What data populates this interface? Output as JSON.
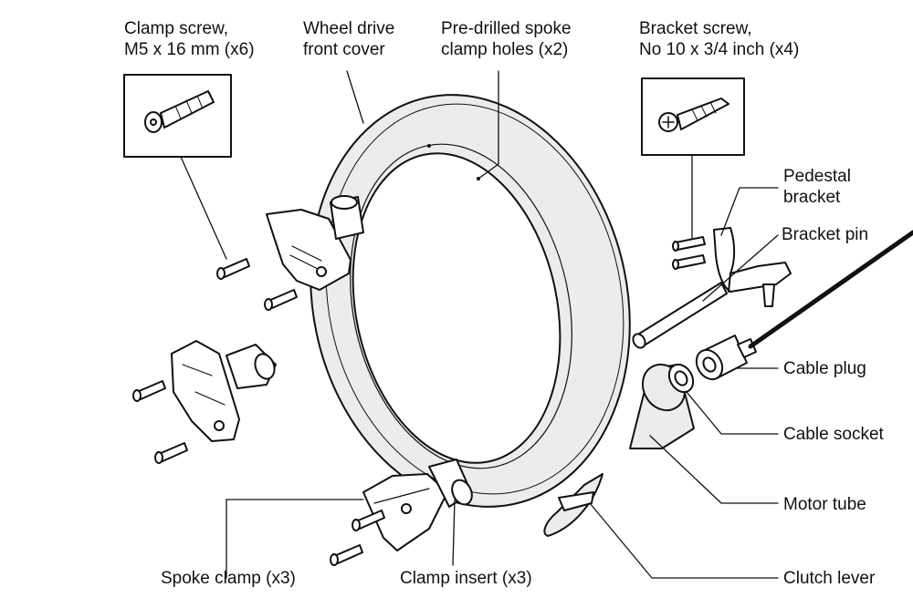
{
  "labels": {
    "clamp_screw": {
      "line1": "Clamp screw,",
      "line2": "M5 x 16 mm (x6)"
    },
    "front_cover": {
      "line1": "Wheel drive",
      "line2": "front cover"
    },
    "spoke_holes": {
      "line1": "Pre-drilled spoke",
      "line2": "clamp holes (x2)"
    },
    "bracket_screw": {
      "line1": "Bracket screw,",
      "line2": "No 10 x 3/4 inch (x4)"
    },
    "pedestal_bracket": {
      "line1": "Pedestal",
      "line2": "bracket"
    },
    "bracket_pin": "Bracket pin",
    "cable_plug": "Cable plug",
    "cable_socket": "Cable socket",
    "motor_tube": "Motor tube",
    "clutch_lever": "Clutch lever",
    "spoke_clamp": "Spoke clamp (x3)",
    "clamp_insert": "Clamp insert (x3)"
  },
  "style": {
    "line_color": "#111111",
    "shade_color": "#ececec",
    "background": "#ffffff"
  }
}
